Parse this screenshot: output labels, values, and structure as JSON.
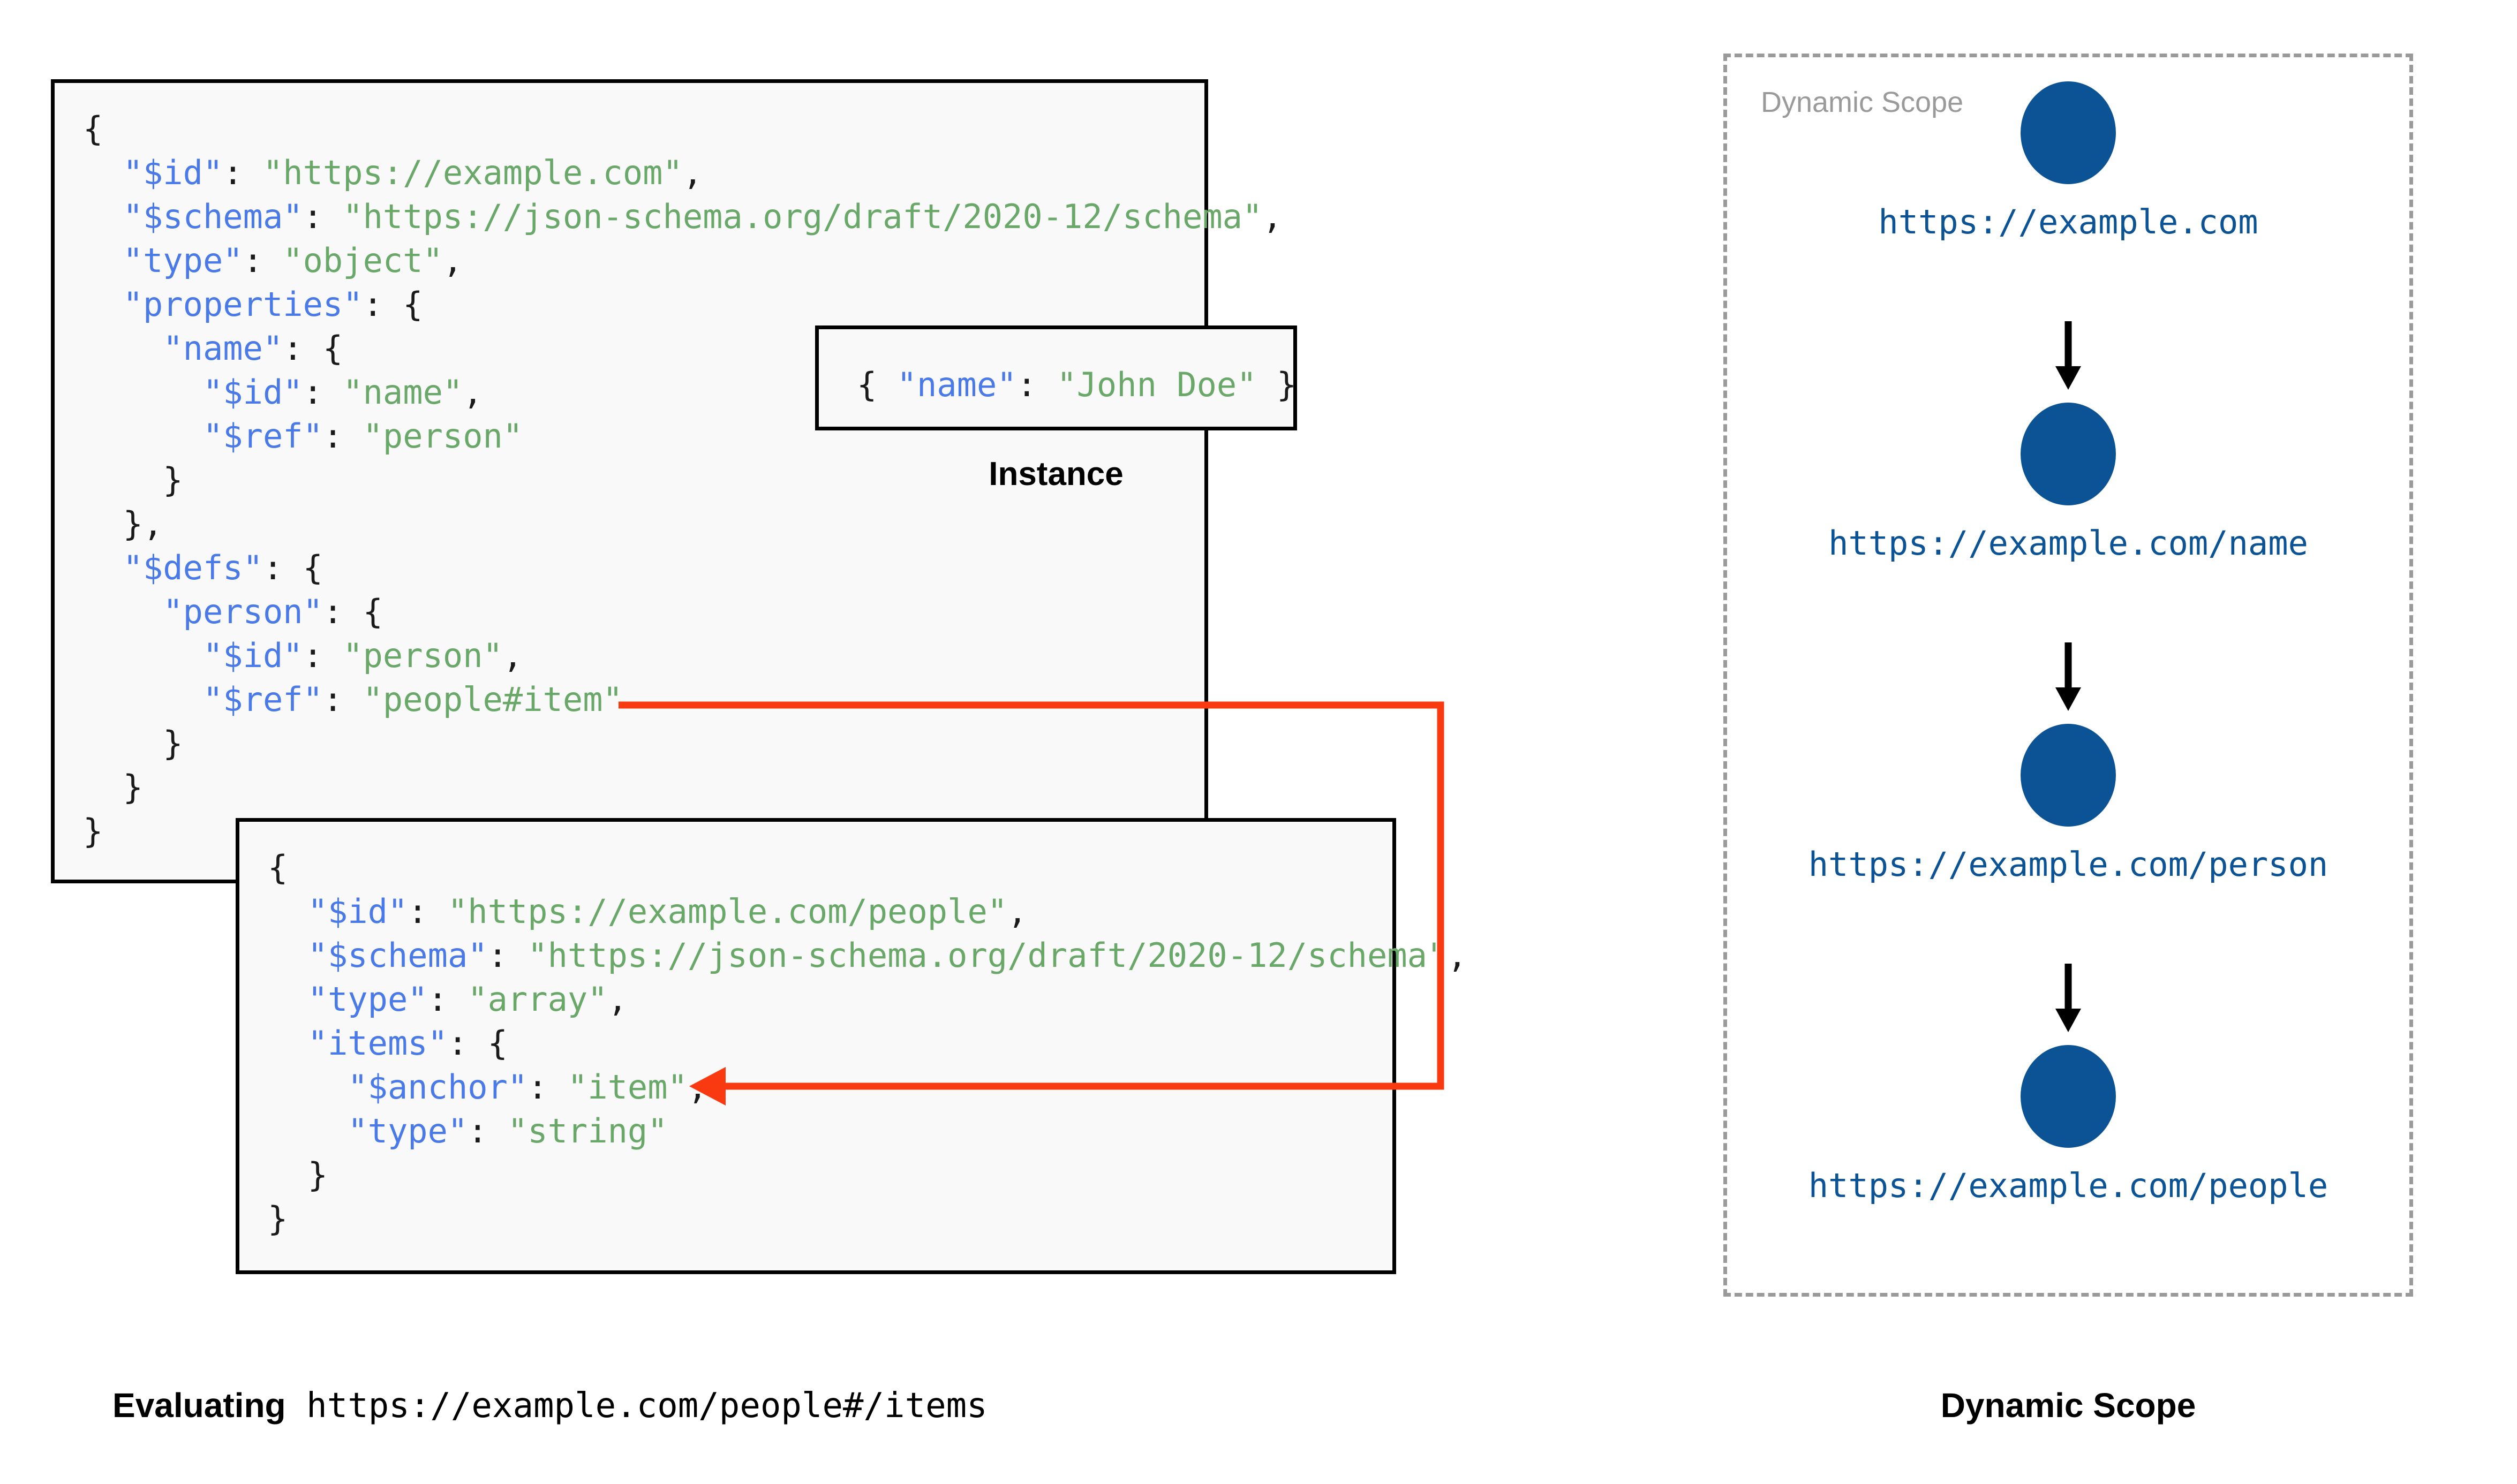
{
  "root_schema": {
    "lines": [
      [
        {
          "t": "{",
          "c": "p"
        }
      ],
      [
        {
          "t": "  ",
          "c": "p"
        },
        {
          "t": "\"$id\"",
          "c": "k"
        },
        {
          "t": ": ",
          "c": "p"
        },
        {
          "t": "\"https://example.com\"",
          "c": "s"
        },
        {
          "t": ",",
          "c": "p"
        }
      ],
      [
        {
          "t": "  ",
          "c": "p"
        },
        {
          "t": "\"$schema\"",
          "c": "k"
        },
        {
          "t": ": ",
          "c": "p"
        },
        {
          "t": "\"https://json-schema.org/draft/2020-12/schema\"",
          "c": "s"
        },
        {
          "t": ",",
          "c": "p"
        }
      ],
      [
        {
          "t": "  ",
          "c": "p"
        },
        {
          "t": "\"type\"",
          "c": "k"
        },
        {
          "t": ": ",
          "c": "p"
        },
        {
          "t": "\"object\"",
          "c": "s"
        },
        {
          "t": ",",
          "c": "p"
        }
      ],
      [
        {
          "t": "  ",
          "c": "p"
        },
        {
          "t": "\"properties\"",
          "c": "k"
        },
        {
          "t": ": {",
          "c": "p"
        }
      ],
      [
        {
          "t": "    ",
          "c": "p"
        },
        {
          "t": "\"name\"",
          "c": "k"
        },
        {
          "t": ": {",
          "c": "p"
        }
      ],
      [
        {
          "t": "      ",
          "c": "p"
        },
        {
          "t": "\"$id\"",
          "c": "k"
        },
        {
          "t": ": ",
          "c": "p"
        },
        {
          "t": "\"name\"",
          "c": "s"
        },
        {
          "t": ",",
          "c": "p"
        }
      ],
      [
        {
          "t": "      ",
          "c": "p"
        },
        {
          "t": "\"$ref\"",
          "c": "k"
        },
        {
          "t": ": ",
          "c": "p"
        },
        {
          "t": "\"person\"",
          "c": "s"
        }
      ],
      [
        {
          "t": "    }",
          "c": "p"
        }
      ],
      [
        {
          "t": "  },",
          "c": "p"
        }
      ],
      [
        {
          "t": "  ",
          "c": "p"
        },
        {
          "t": "\"$defs\"",
          "c": "k"
        },
        {
          "t": ": {",
          "c": "p"
        }
      ],
      [
        {
          "t": "    ",
          "c": "p"
        },
        {
          "t": "\"person\"",
          "c": "k"
        },
        {
          "t": ": {",
          "c": "p"
        }
      ],
      [
        {
          "t": "      ",
          "c": "p"
        },
        {
          "t": "\"$id\"",
          "c": "k"
        },
        {
          "t": ": ",
          "c": "p"
        },
        {
          "t": "\"person\"",
          "c": "s"
        },
        {
          "t": ",",
          "c": "p"
        }
      ],
      [
        {
          "t": "      ",
          "c": "p"
        },
        {
          "t": "\"$ref\"",
          "c": "k"
        },
        {
          "t": ": ",
          "c": "p"
        },
        {
          "t": "\"people#item\"",
          "c": "s"
        }
      ],
      [
        {
          "t": "    }",
          "c": "p"
        }
      ],
      [
        {
          "t": "  }",
          "c": "p"
        }
      ],
      [
        {
          "t": "}",
          "c": "p"
        }
      ]
    ]
  },
  "instance": {
    "lines": [
      [
        {
          "t": "{ ",
          "c": "p"
        },
        {
          "t": "\"name\"",
          "c": "k"
        },
        {
          "t": ": ",
          "c": "p"
        },
        {
          "t": "\"John Doe\"",
          "c": "s"
        },
        {
          "t": " }",
          "c": "p"
        }
      ]
    ],
    "label": "Instance"
  },
  "people_schema": {
    "lines": [
      [
        {
          "t": "{",
          "c": "p"
        }
      ],
      [
        {
          "t": "  ",
          "c": "p"
        },
        {
          "t": "\"$id\"",
          "c": "k"
        },
        {
          "t": ": ",
          "c": "p"
        },
        {
          "t": "\"https://example.com/people\"",
          "c": "s"
        },
        {
          "t": ",",
          "c": "p"
        }
      ],
      [
        {
          "t": "  ",
          "c": "p"
        },
        {
          "t": "\"$schema\"",
          "c": "k"
        },
        {
          "t": ": ",
          "c": "p"
        },
        {
          "t": "\"https://json-schema.org/draft/2020-12/schema\"",
          "c": "s"
        },
        {
          "t": ",",
          "c": "p"
        }
      ],
      [
        {
          "t": "  ",
          "c": "p"
        },
        {
          "t": "\"type\"",
          "c": "k"
        },
        {
          "t": ": ",
          "c": "p"
        },
        {
          "t": "\"array\"",
          "c": "s"
        },
        {
          "t": ",",
          "c": "p"
        }
      ],
      [
        {
          "t": "  ",
          "c": "p"
        },
        {
          "t": "\"items\"",
          "c": "k"
        },
        {
          "t": ": {",
          "c": "p"
        }
      ],
      [
        {
          "t": "    ",
          "c": "p"
        },
        {
          "t": "\"$anchor\"",
          "c": "k"
        },
        {
          "t": ": ",
          "c": "p"
        },
        {
          "t": "\"item\"",
          "c": "s"
        },
        {
          "t": ",",
          "c": "p"
        }
      ],
      [
        {
          "t": "    ",
          "c": "p"
        },
        {
          "t": "\"type\"",
          "c": "k"
        },
        {
          "t": ": ",
          "c": "p"
        },
        {
          "t": "\"string\"",
          "c": "s"
        }
      ],
      [
        {
          "t": "  }",
          "c": "p"
        }
      ],
      [
        {
          "t": "}",
          "c": "p"
        }
      ]
    ]
  },
  "connector": {
    "color": "#f93a10",
    "from_label": "\"people#item\"",
    "to_label": "\"$anchor\": \"item\""
  },
  "dynamic_scope": {
    "panel_label": "Dynamic Scope",
    "node_color": "#0b5394",
    "nodes": [
      {
        "url": "https://example.com"
      },
      {
        "url": "https://example.com/name"
      },
      {
        "url": "https://example.com/person"
      },
      {
        "url": "https://example.com/people"
      }
    ]
  },
  "captions": {
    "left_bold": "Evaluating",
    "left_mono": " https://example.com/people#/items",
    "right": "Dynamic Scope"
  },
  "colors": {
    "key": "#4a7ae8",
    "string": "#6aa86a",
    "punctuation": "#1a1a1a",
    "box_border": "#000000",
    "box_fill": "#f9f9f9",
    "arrow_red": "#f93a10",
    "scope_dash": "#9a9a9a",
    "scope_blue": "#0b5394"
  }
}
